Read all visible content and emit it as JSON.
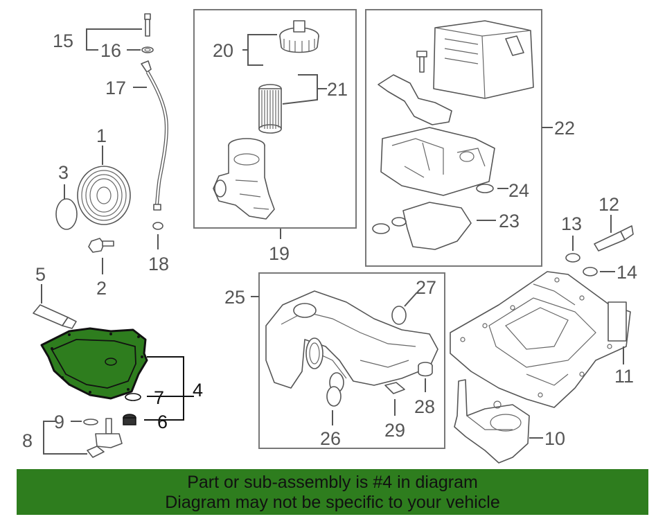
{
  "diagram": {
    "callouts": {
      "c1": "1",
      "c2": "2",
      "c3": "3",
      "c4": "4",
      "c5": "5",
      "c6": "6",
      "c7": "7",
      "c8": "8",
      "c9": "9",
      "c10": "10",
      "c11": "11",
      "c12": "12",
      "c13": "13",
      "c14": "14",
      "c15": "15",
      "c16": "16",
      "c17": "17",
      "c18": "18",
      "c19": "19",
      "c20": "20",
      "c21": "21",
      "c22": "22",
      "c23": "23",
      "c24": "24",
      "c25": "25",
      "c26": "26",
      "c27": "27",
      "c28": "28",
      "c29": "29"
    },
    "highlight_color": "#111111",
    "part_color": "#555555",
    "highlight_fill": "#2e7d1e"
  },
  "banner": {
    "line1": "Part or sub-assembly is #4 in diagram",
    "line2": "Diagram may not be specific to your vehicle",
    "background": "#2e7d1e"
  }
}
